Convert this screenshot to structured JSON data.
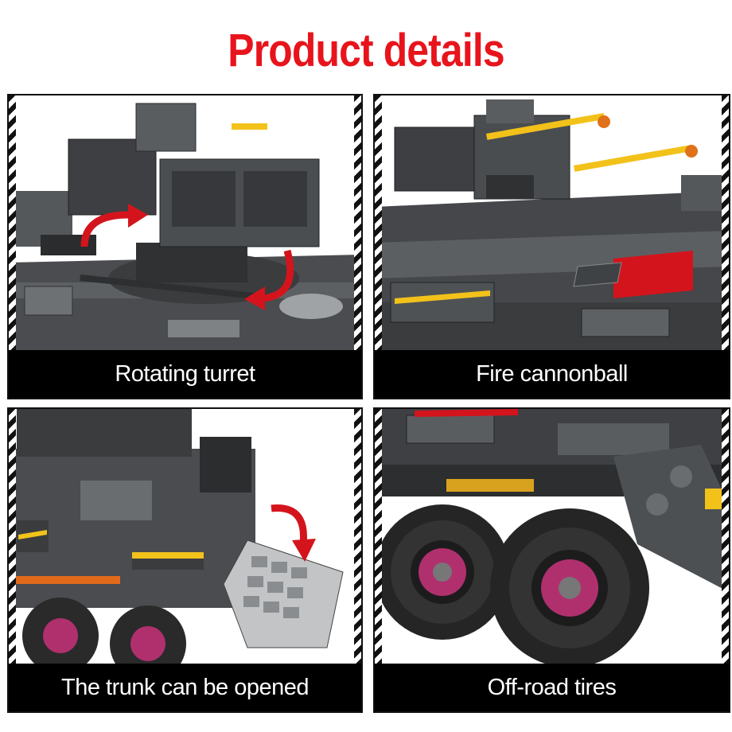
{
  "title": "Product details",
  "colors": {
    "title": "#e8141c",
    "accent_red": "#d4141c",
    "brick_dark": "#3a3c3e",
    "brick_mid": "#5a5d60",
    "brick_light": "#8a8d90",
    "caption_bg": "#000000",
    "caption_text": "#ffffff",
    "cannon": "#f2c21a",
    "rim": "#b0306e"
  },
  "panels": [
    {
      "caption": "Rotating turret"
    },
    {
      "caption": "Fire cannonball"
    },
    {
      "caption": "The trunk can be opened"
    },
    {
      "caption": "Off-road tires"
    }
  ]
}
